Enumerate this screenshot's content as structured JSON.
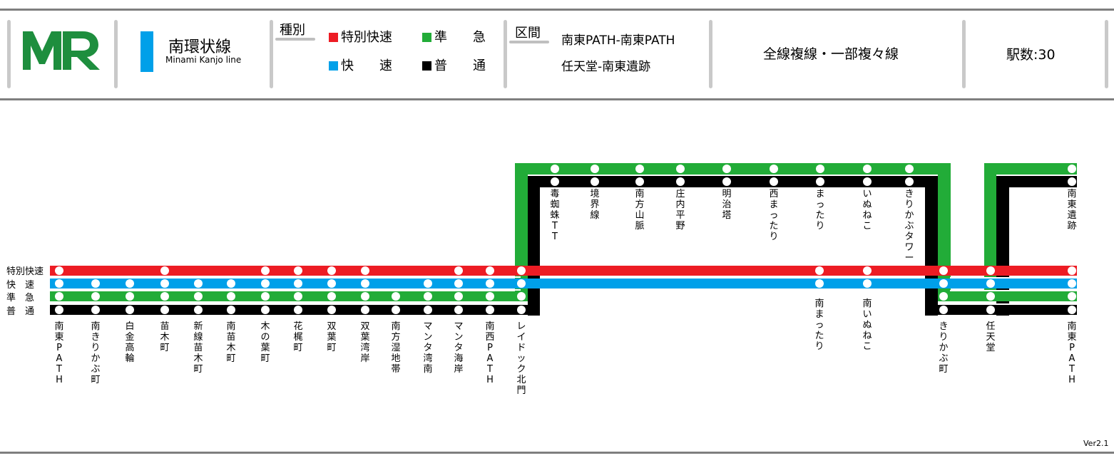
{
  "header": {
    "logo_text": "MR",
    "line_name": "南環状線",
    "line_name_en": "Minami Kanjo line",
    "line_color": "#00a0e9",
    "types_label": "種別",
    "types": [
      {
        "label": "特別快速",
        "color": "#ed1c24"
      },
      {
        "label": "準　　急",
        "color": "#22ac38"
      },
      {
        "label": "快　　速",
        "color": "#00a0e9"
      },
      {
        "label": "普　　通",
        "color": "#000000"
      }
    ],
    "section_label": "区間",
    "sections": [
      "南東PATH-南東PATH",
      "任天堂-南東遺跡"
    ],
    "track": "全線複線・一部複々線",
    "station_count": "駅数:30"
  },
  "legend_left": [
    "特別快速",
    "快　速",
    "準　急",
    "普　通"
  ],
  "colors": {
    "rapid_special": "#ed1c24",
    "rapid": "#00a0e9",
    "semi_express": "#22ac38",
    "local": "#000000",
    "logo": "#1e8e3e"
  },
  "bottom_stations": [
    "南東PATH",
    "南きりかぶ町",
    "白金高輪",
    "苗木町",
    "新線苗木町",
    "南苗木町",
    "木の葉町",
    "花梶町",
    "双葉町",
    "双葉湾岸",
    "南方湿地帯",
    "マンタ湾南",
    "マンタ海岸",
    "南西PATH",
    "レイドック北門",
    "南まったり",
    "南いぬねこ",
    "きりかぶ町",
    "任天堂",
    "南東PATH"
  ],
  "top_stations": [
    "毒蜘蛛TT",
    "境界線",
    "南方山脈",
    "庄内平野",
    "明治塔",
    "西まったり",
    "まったり",
    "いぬねこ",
    "きりかぶタワー"
  ],
  "far_station": "南東遺跡",
  "version": "Ver2.1"
}
